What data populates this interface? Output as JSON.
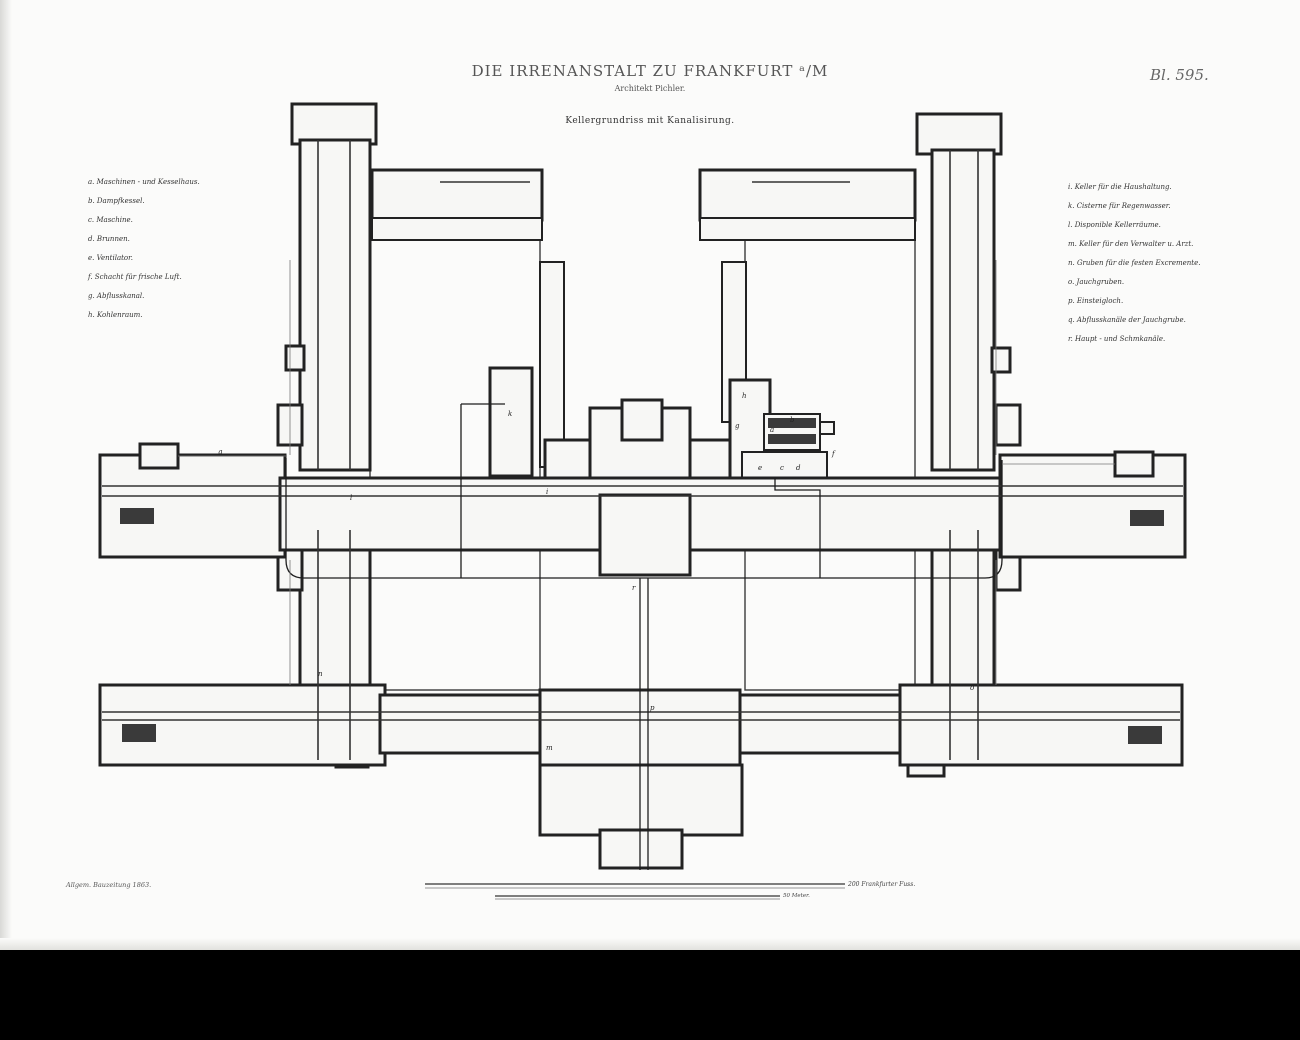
{
  "header": {
    "title": "DIE IRRENANSTALT ZU FRANKFURT ᵃ/M",
    "architect": "Architekt Pichler.",
    "subtitle": "Kellergrundriss mit Kanalisirung.",
    "plate": "Bl. 595."
  },
  "legend_left": [
    "a. Maschinen - und Kesselhaus.",
    "b. Dampfkessel.",
    "c. Maschine.",
    "d. Brunnen.",
    "e. Ventilator.",
    "f. Schacht für frische Luft.",
    "g. Abflusskanal.",
    "h. Kohlenraum."
  ],
  "legend_right": [
    "i. Keller für die Haushaltung.",
    "k. Cisterne für Regenwasser.",
    "l. Disponible Kellerräume.",
    "m. Keller für den Verwalter u. Arzt.",
    "n. Gruben für die festen Excremente.",
    "o. Jauchgruben.",
    "p. Einsteigloch.",
    "q. Abflusskanäle der Jauchgrube.",
    "r. Haupt - und Schmkanäle."
  ],
  "footer": {
    "source": "Allgem. Bauzeitung 1863.",
    "scale_feet_label": "200 Frankfurter Fuss.",
    "scale_meter_label": "50 Meter."
  },
  "plan_labels": {
    "a": "a",
    "b": "b",
    "c": "c",
    "d": "d",
    "e": "e",
    "f": "f",
    "g": "g",
    "h": "h",
    "i": "i",
    "k": "k",
    "l": "l",
    "m": "m",
    "n": "n",
    "o": "o",
    "p": "p",
    "q": "q",
    "r": "r"
  },
  "colors": {
    "paper": "#fbfbfa",
    "ink": "#222222",
    "frame": "#000000"
  }
}
